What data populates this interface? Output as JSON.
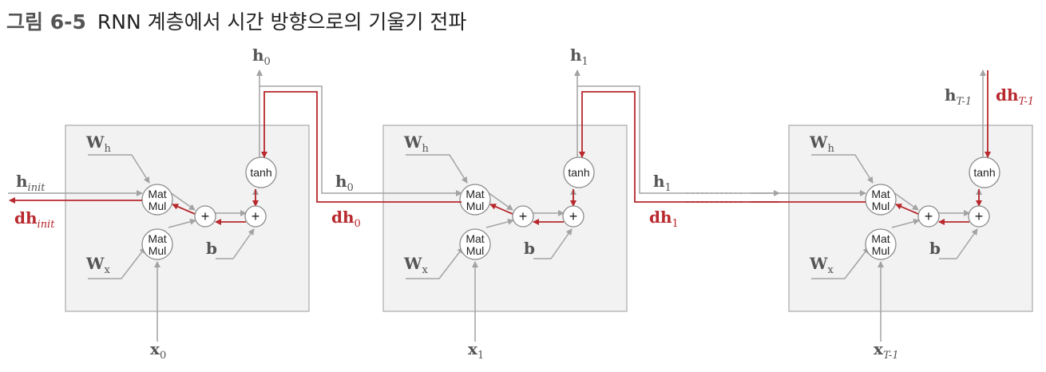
{
  "caption": {
    "figure": "그림 6-5",
    "title": "RNN 계층에서 시간 방향으로의 기울기 전파"
  },
  "colors": {
    "forward": "#a3a3a3",
    "backward": "#b8282d",
    "cell_fill": "#f2f2f2"
  },
  "nodes": {
    "matmul": "Mat Mul",
    "tanh": "tanh",
    "plus": "+"
  },
  "cells": [
    {
      "h_out": "h",
      "h_out_sub": "0",
      "x": "x",
      "x_sub": "0"
    },
    {
      "h_out": "h",
      "h_out_sub": "1",
      "x": "x",
      "x_sub": "1"
    },
    {
      "h_out": "h",
      "h_out_sub": "T-1",
      "dh_out": "dh",
      "dh_out_sub": "T-1",
      "x": "x",
      "x_sub": "T-1"
    }
  ],
  "weights": {
    "wh": "W",
    "wh_sub": "h",
    "wx": "W",
    "wx_sub": "x",
    "b": "b"
  },
  "left": {
    "h_init": "h",
    "h_init_sub": "init",
    "dh_init": "dh",
    "dh_init_sub": "init"
  },
  "connections": [
    {
      "h": "h",
      "h_sub": "0",
      "dh": "dh",
      "dh_sub": "0"
    },
    {
      "h": "h",
      "h_sub": "1",
      "dh": "dh",
      "dh_sub": "1"
    }
  ]
}
